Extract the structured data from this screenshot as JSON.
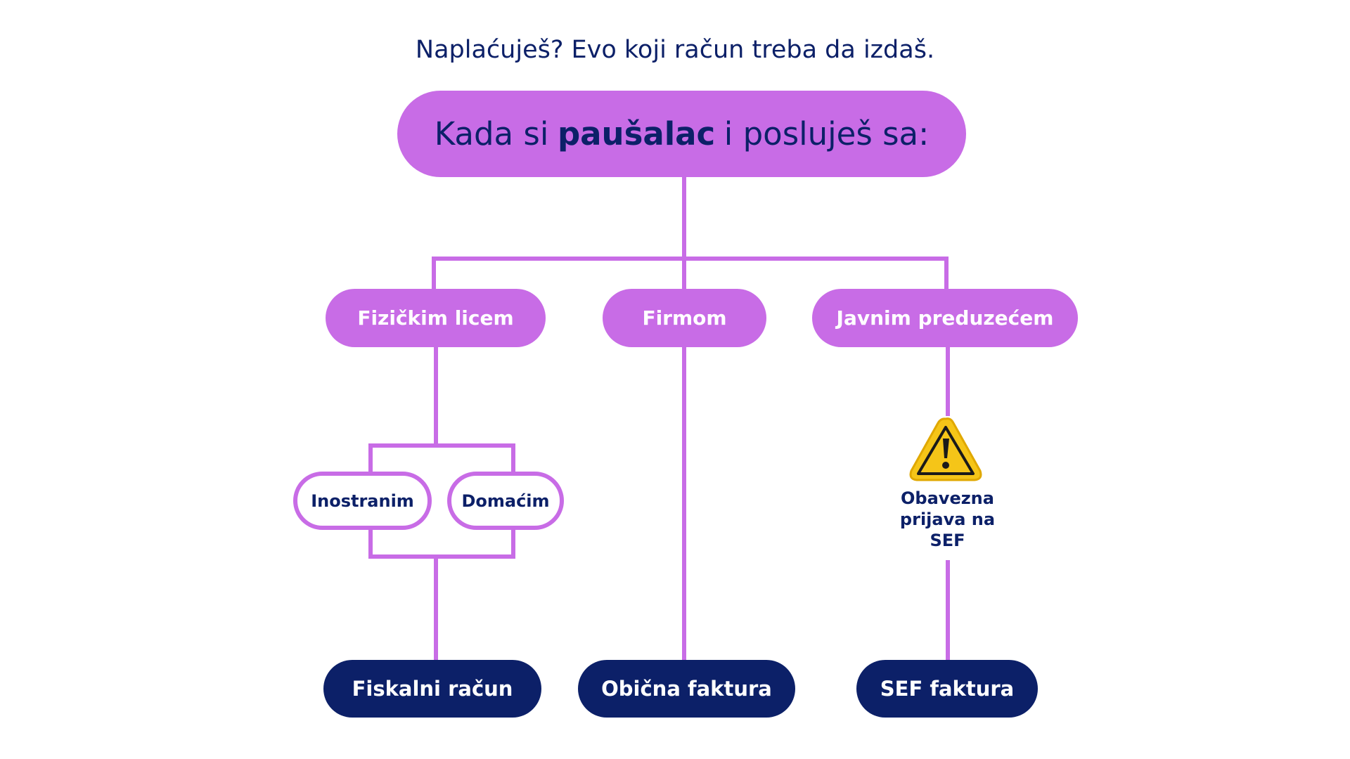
{
  "subtitle": "Naplaćuješ? Evo koji račun treba da izdaš.",
  "root": {
    "prefix": "Kada si",
    "bold": "paušalac",
    "suffix": "i posluješ sa:"
  },
  "categories": [
    {
      "label": "Fizičkim licem"
    },
    {
      "label": "Firmom"
    },
    {
      "label": "Javnim preduzećem"
    }
  ],
  "subcategories": [
    {
      "label": "Inostranim"
    },
    {
      "label": "Domaćim"
    }
  ],
  "warning": {
    "icon": "warning-icon",
    "text": "Obavezna prijava na SEF"
  },
  "results": [
    {
      "label": "Fiskalni račun"
    },
    {
      "label": "Obična faktura"
    },
    {
      "label": "SEF faktura"
    }
  ],
  "colors": {
    "accent": "#c86ce6",
    "navy": "#0c2068",
    "warning": "#f5c518"
  }
}
